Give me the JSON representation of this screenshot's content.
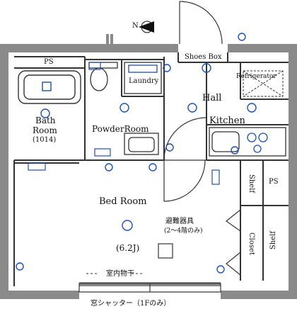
{
  "compass": {
    "letter": "N"
  },
  "rooms": {
    "ps_top": "PS",
    "shoes_box": "Shoes Box",
    "refrigerator": "Refrigerator",
    "laundry": "Laundry",
    "hall": "Hall",
    "bath_line1": "Bath",
    "bath_line2": "Room",
    "bath_size": "(1014)",
    "powder_room": "PowderRoom",
    "kitchen": "Kitchen",
    "bed_room": "Bed Room",
    "bed_size": "(6.2J)",
    "shelf": "Shelf",
    "ps_right": "PS",
    "closet": "Closet",
    "shelf_flipped": "Shelf",
    "evac_line1": "避難器具",
    "evac_line2": "(2～4階のみ)",
    "indoor_dryer": "室内物干",
    "shutter": "窓シャッター（1Fのみ）"
  },
  "colors": {
    "wall": "#8a8a8a",
    "fixture": "#1a4fb8",
    "line": "#222222"
  }
}
